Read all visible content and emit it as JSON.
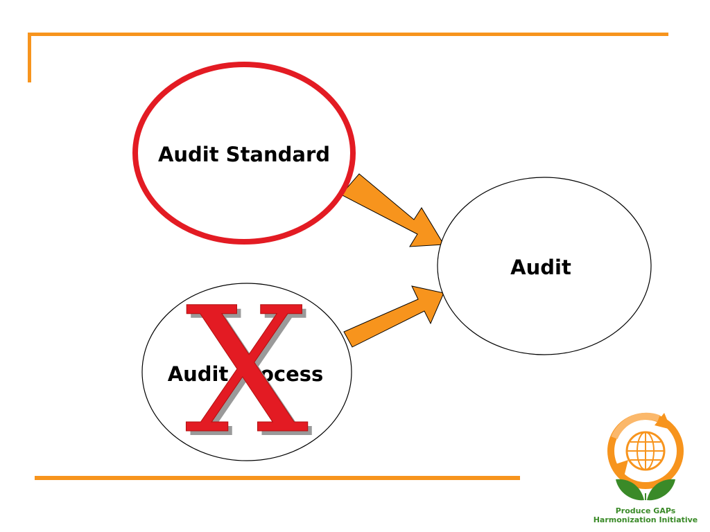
{
  "diagram": {
    "nodes": {
      "standard": {
        "label": "Audit Standard",
        "border_color": "#e31b23"
      },
      "process": {
        "label": "Audit Process",
        "border_color": "#000000"
      },
      "audit": {
        "label": "Audit",
        "border_color": "#000000"
      }
    },
    "edges": [
      {
        "from": "Audit Standard",
        "to": "Audit",
        "color": "#f7941d"
      },
      {
        "from": "Audit Process",
        "to": "Audit",
        "color": "#f7941d"
      }
    ],
    "cross_mark": {
      "symbol": "X",
      "color": "#e31b23",
      "over": "Audit Process"
    }
  },
  "theme": {
    "accent_color": "#f7941d"
  },
  "logo": {
    "line1": "Produce GAPs",
    "line2": "Harmonization Initiative",
    "icon": "globe-with-leaves-icon",
    "color": "#3a8a28"
  }
}
